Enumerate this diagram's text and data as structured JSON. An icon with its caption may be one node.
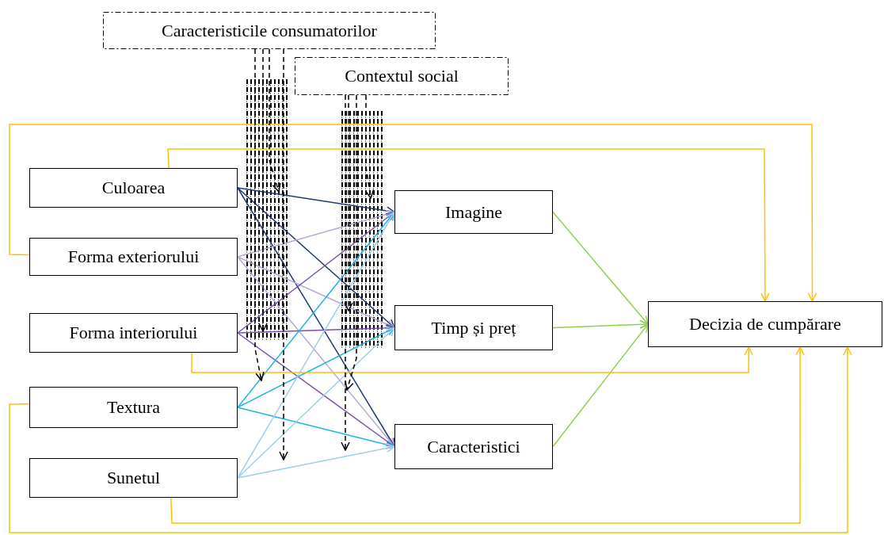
{
  "diagram": {
    "nodes": [
      {
        "text": [
          "Caracteristicile consumatorilor"
        ]
      },
      {
        "text": [
          "Contextul social"
        ]
      },
      {
        "text": [
          "Culoarea"
        ]
      },
      {
        "text": [
          "Forma exteriorului"
        ]
      },
      {
        "text": [
          "Forma interiorului"
        ]
      },
      {
        "text": [
          "Textura"
        ]
      },
      {
        "text": [
          "Sunetul"
        ]
      },
      {
        "text": [
          "Imagine"
        ]
      },
      {
        "text": [
          "Timp și preț"
        ]
      },
      {
        "text": [
          "Caracteristici"
        ]
      },
      {
        "text": [
          "Decizia de cumpărare"
        ]
      }
    ],
    "edges": [
      {
        "from": 2,
        "to": 7,
        "arrow": "to",
        "color": "#1f3a6e"
      },
      {
        "from": 2,
        "to": 8,
        "arrow": "to",
        "color": "#1f3a6e"
      },
      {
        "from": 2,
        "to": 9,
        "arrow": "to",
        "color": "#1f3a6e"
      },
      {
        "from": 3,
        "to": 7,
        "arrow": "to",
        "color": "#b9a9d6"
      },
      {
        "from": 3,
        "to": 8,
        "arrow": "to",
        "color": "#b9a9d6"
      },
      {
        "from": 3,
        "to": 9,
        "arrow": "to",
        "color": "#b9a9d6"
      },
      {
        "from": 4,
        "to": 7,
        "arrow": "to",
        "color": "#7a4fb0"
      },
      {
        "from": 4,
        "to": 8,
        "arrow": "to",
        "color": "#7a4fb0"
      },
      {
        "from": 4,
        "to": 9,
        "arrow": "to",
        "color": "#7a4fb0"
      },
      {
        "from": 5,
        "to": 7,
        "arrow": "to",
        "color": "#1fb4e8"
      },
      {
        "from": 5,
        "to": 8,
        "arrow": "to",
        "color": "#1fb4e8"
      },
      {
        "from": 5,
        "to": 9,
        "arrow": "to",
        "color": "#1fb4e8"
      },
      {
        "from": 6,
        "to": 7,
        "arrow": "to",
        "color": "#9fd0e6"
      },
      {
        "from": 6,
        "to": 8,
        "arrow": "to",
        "color": "#9fd0e6"
      },
      {
        "from": 6,
        "to": 9,
        "arrow": "to",
        "color": "#9fd0e6"
      },
      {
        "from": 7,
        "to": 10,
        "arrow": "to",
        "color": "#8fd14f"
      },
      {
        "from": 8,
        "to": 10,
        "arrow": "to",
        "color": "#8fd14f"
      },
      {
        "from": 9,
        "to": 10,
        "arrow": "to",
        "color": "#8fd14f"
      },
      {
        "from": 3,
        "to": 10,
        "arrow": "to",
        "color": "#ffc000"
      },
      {
        "from": 2,
        "to": 10,
        "arrow": "to",
        "color": "#ffc000"
      },
      {
        "from": 4,
        "to": 10,
        "arrow": "to",
        "color": "#ffc000"
      },
      {
        "from": 5,
        "to": 10,
        "arrow": "to",
        "color": "#ffc000"
      },
      {
        "from": 6,
        "to": 10,
        "arrow": "to",
        "color": "#ffc000"
      },
      {
        "from": 0,
        "to": null,
        "arrow": "to",
        "style": "dashed"
      },
      {
        "from": 0,
        "to": null,
        "arrow": "to",
        "style": "dashed"
      },
      {
        "from": 0,
        "to": null,
        "arrow": "to",
        "style": "dashed"
      },
      {
        "from": 0,
        "to": null,
        "arrow": "to",
        "style": "dashed"
      },
      {
        "from": 1,
        "to": null,
        "arrow": "to",
        "style": "dashed"
      },
      {
        "from": 1,
        "to": null,
        "arrow": "to",
        "style": "dashed"
      },
      {
        "from": 1,
        "to": null,
        "arrow": "to",
        "style": "dashed"
      },
      {
        "from": 1,
        "to": null,
        "arrow": "to",
        "style": "dashed"
      }
    ]
  }
}
